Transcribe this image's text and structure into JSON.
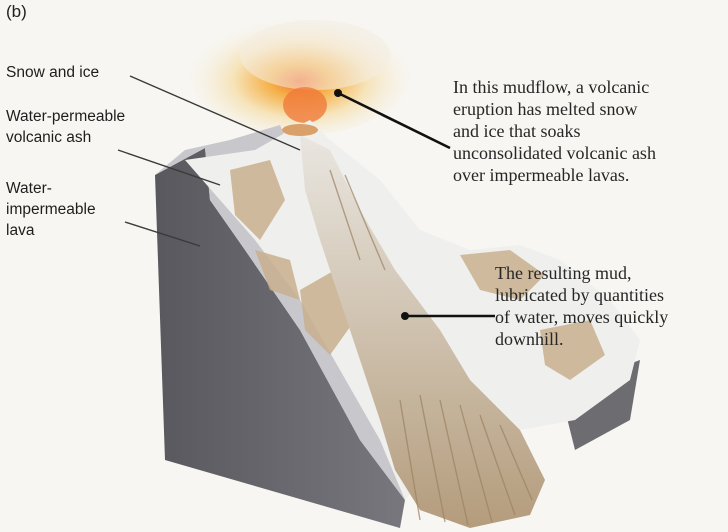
{
  "panel_label": "(b)",
  "labels": {
    "snow_ice": "Snow and ice",
    "ash_line1": "Water-permeable",
    "ash_line2": "volcanic ash",
    "lava_line1": "Water-",
    "lava_line2": "impermeable",
    "lava_line3": "lava"
  },
  "captions": {
    "eruption": [
      "In this mudflow, a volcanic",
      "eruption has melted snow",
      "and ice that soaks",
      "unconsolidated volcanic ash",
      "over impermeable lavas."
    ],
    "mud": [
      "The resulting mud,",
      "lubricated by quantities",
      "of water, moves quickly",
      "downhill."
    ]
  },
  "colors": {
    "background": "#f7f6f2",
    "lava": "#6d6d72",
    "ash": "#c9c9cc",
    "snow": "#f1f1ef",
    "mud": "#b59b78",
    "eruption_core": "#f08a3c"
  }
}
